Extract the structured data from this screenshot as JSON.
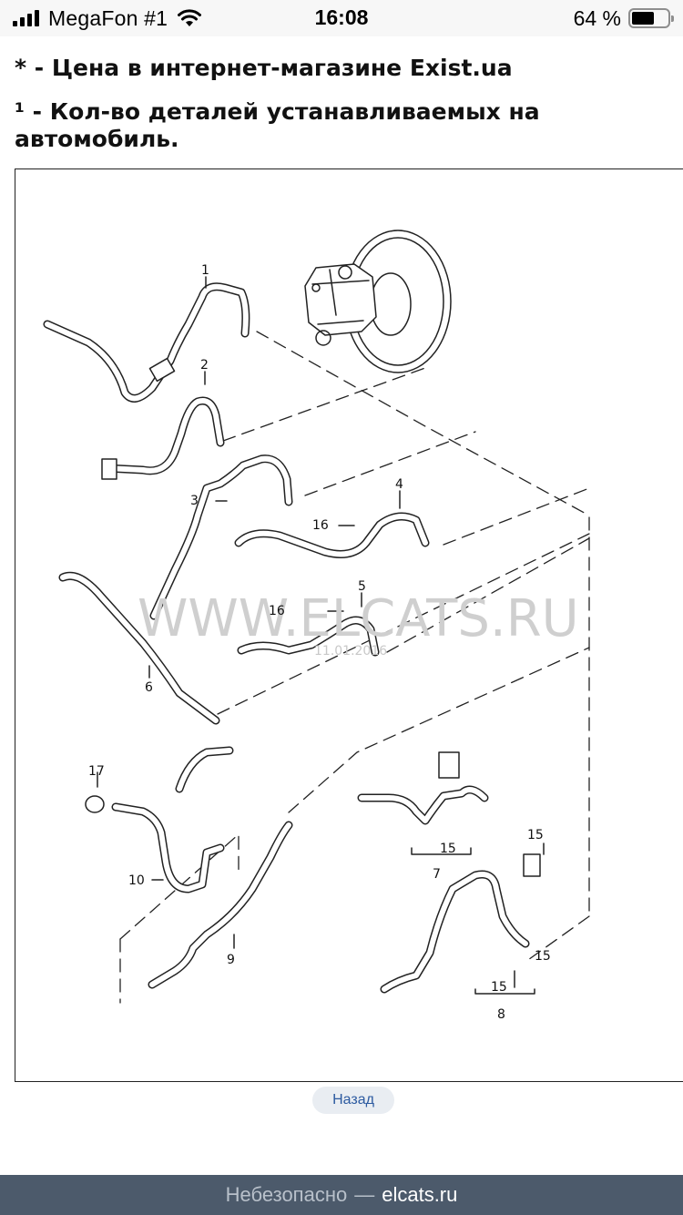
{
  "status_bar": {
    "carrier": "MegaFon #1",
    "time": "16:08",
    "battery_percent": "64 %",
    "battery_level": 0.64
  },
  "notes": {
    "price_note": "* - Цена в интернет-магазине Exist.ua",
    "qty_note": "¹ - Кол-во деталей устанавливаемых на автомобиль."
  },
  "diagram": {
    "watermark": "WWW.ELCATS.RU",
    "date_stamp": "11.01.2016",
    "callouts": [
      "1",
      "2",
      "3",
      "4",
      "5",
      "6",
      "7",
      "8",
      "9",
      "10",
      "15",
      "15",
      "15",
      "15",
      "16",
      "16",
      "17"
    ]
  },
  "back_button": {
    "label": "Назад"
  },
  "url_bar": {
    "security": "Небезопасно",
    "separator": "—",
    "domain": "elcats.ru"
  },
  "colors": {
    "status_bar_bg": "#f7f7f7",
    "url_bar_bg": "#4c5a6b",
    "link_blue": "#2c5aa0",
    "button_bg": "#e9edf2"
  }
}
